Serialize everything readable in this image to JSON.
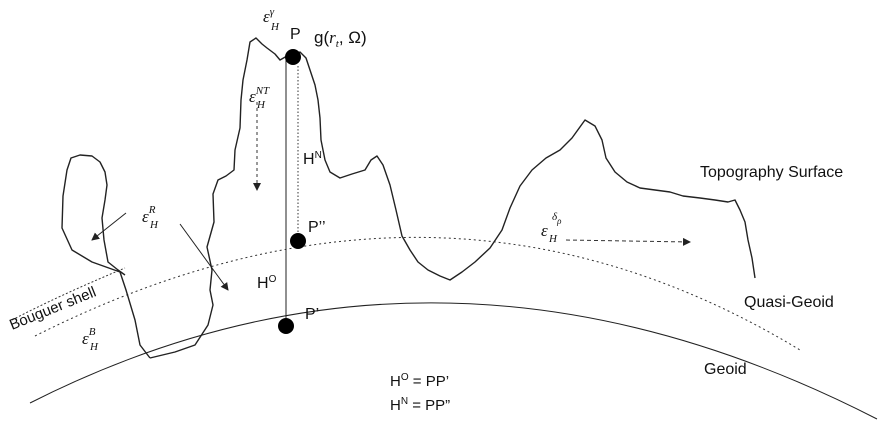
{
  "labels": {
    "point_p": "P",
    "gravity_g": "g(",
    "gravity_r": "r",
    "gravity_t": "t",
    "gravity_omega": ", Ω)",
    "eps_main": "ε",
    "eps_sub": "H",
    "eps_gamma_sup": "γ",
    "eps_nt_sup": "NT",
    "eps_r_sup": "R",
    "eps_b_sup": "B",
    "eps_delta_sup": "δ",
    "eps_rho_sup": "ρ",
    "hn_main": "H",
    "hn_sup": "N",
    "ho_main": "H",
    "ho_sup": "O",
    "point_p_double": "P’’",
    "point_p_prime": "P’",
    "topography": "Topography Surface",
    "quasi_geoid": "Quasi-Geoid",
    "geoid": "Geoid",
    "bouguer": "Bouguer shell",
    "eq1_main": "H",
    "eq1_sup": "O",
    "eq1_rest": " = PP’",
    "eq2_main": "H",
    "eq2_sup": "N",
    "eq2_rest": " = PP”"
  },
  "colors": {
    "stroke": "#222222",
    "text": "#111111",
    "point": "#000000"
  }
}
